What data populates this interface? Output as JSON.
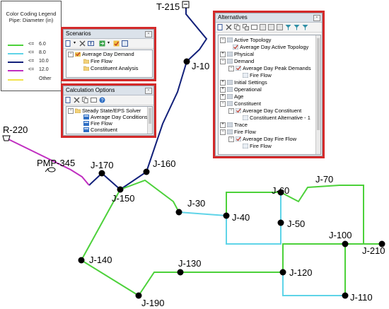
{
  "legend": {
    "title_line1": "Color Coding Legend",
    "title_line2": "Pipe: Diameter (in)",
    "rows": [
      {
        "op": "<=",
        "value": "6.0",
        "color": "#4cd13a"
      },
      {
        "op": "<=",
        "value": "8.0",
        "color": "#5fd4e8"
      },
      {
        "op": "<=",
        "value": "10.0",
        "color": "#12207a"
      },
      {
        "op": "<=",
        "value": "12.0",
        "color": "#c02ec0"
      },
      {
        "op": "",
        "value": "Other",
        "color": "#f2e34a"
      }
    ]
  },
  "network": {
    "colors": {
      "small": "#4cd13a",
      "medium": "#5fd4e8",
      "large": "#12207a",
      "xl": "#c02ec0"
    },
    "labels": {
      "t215": "T-215",
      "j10": "J-10",
      "r220": "R-220",
      "pmp345": "PMP-345",
      "j170": "J-170",
      "j150": "J-150",
      "j160": "J-160",
      "j30": "J-30",
      "j40": "J-40",
      "j50": "J-50",
      "j60": "J-60",
      "j70": "J-70",
      "j100": "J-100",
      "j210": "J-210",
      "j140": "J-140",
      "j130": "J-130",
      "j120": "J-120",
      "j110": "J-110",
      "j190": "J-190"
    }
  },
  "scenarios": {
    "title": "Scenarios",
    "items": [
      {
        "label": "Average Day Demand"
      },
      {
        "label": "Fire Flow"
      },
      {
        "label": "Constituent Analysis"
      }
    ]
  },
  "calc": {
    "title": "Calculation Options",
    "items": [
      {
        "label": "Steady State/EPS Solver"
      },
      {
        "label": "Average Day Conditions"
      },
      {
        "label": "Fire Flow"
      },
      {
        "label": "Constituent"
      }
    ]
  },
  "alternatives": {
    "title": "Alternatives",
    "items": [
      {
        "label": "Active Topology"
      },
      {
        "label": "Average Day Active Topology"
      },
      {
        "label": "Physical"
      },
      {
        "label": "Demand"
      },
      {
        "label": "Average Day Peak Demands"
      },
      {
        "label": "Fire Flow"
      },
      {
        "label": "Initial Settings"
      },
      {
        "label": "Operational"
      },
      {
        "label": "Age"
      },
      {
        "label": "Constituent"
      },
      {
        "label": "Average Day Constituent"
      },
      {
        "label": "Constituent Alternative - 1"
      },
      {
        "label": "Trace"
      },
      {
        "label": "Fire Flow"
      },
      {
        "label": "Average Day Fire Flow"
      },
      {
        "label": "Fire Flow"
      }
    ]
  },
  "icons": {
    "new": "new-icon",
    "delete": "delete-icon",
    "rename": "rename-icon",
    "compute": "compute-icon",
    "properties": "properties-icon",
    "help": "help-icon",
    "close": "close-icon",
    "folder": "folder-icon",
    "scenario": "scenario-icon",
    "expand": "expand-icon",
    "collapse": "collapse-icon"
  }
}
